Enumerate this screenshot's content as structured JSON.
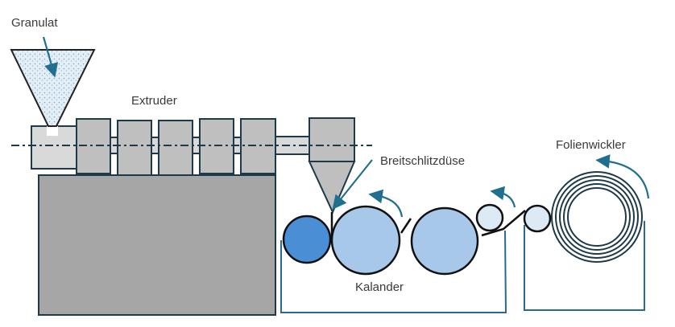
{
  "diagram": {
    "title": "Flachfolien-Extrusion mit Kalander",
    "labels": {
      "granulat": "Granulat",
      "extruder": "Extruder",
      "breitschlitzduese": "Breitschlitzdüse",
      "kalander": "Kalander",
      "folienwickler": "Folienwickler"
    },
    "colors": {
      "outline": "#1e3a4a",
      "barrel": "#d9d9d9",
      "heater": "#bfbfbf",
      "base": "#a6a6a6",
      "roll_dark": "#4a8fd6",
      "roll_light": "#a8c8ea",
      "roll_small": "#dceaf6",
      "arrow": "#1f6f8f",
      "frame": "#2a6a8a"
    }
  }
}
